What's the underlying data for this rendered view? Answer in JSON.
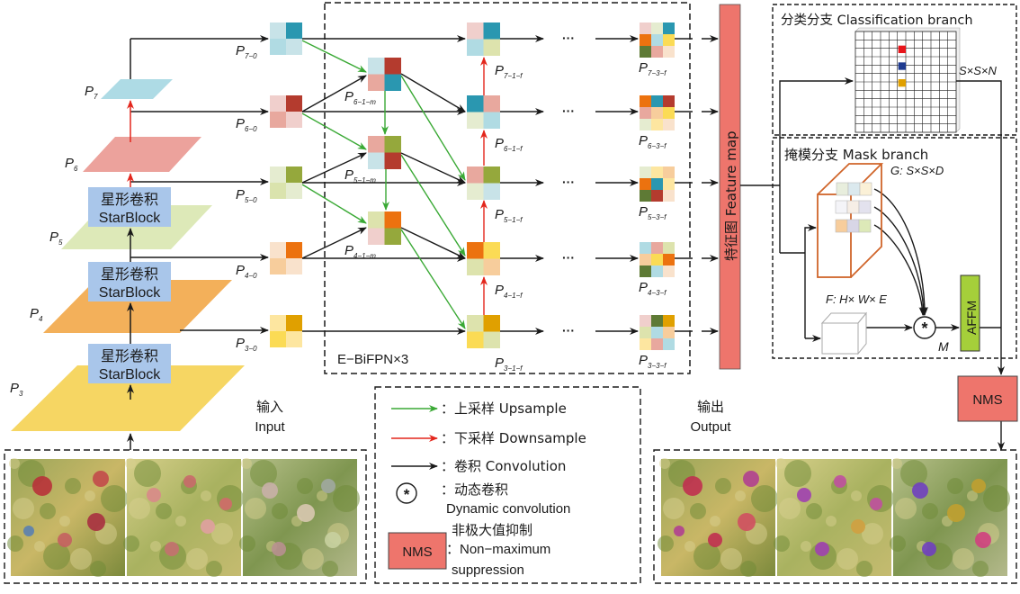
{
  "pyramid": {
    "levels": [
      {
        "label": "P",
        "sub": "7",
        "color": "#aedbe5"
      },
      {
        "label": "P",
        "sub": "6",
        "color": "#eca29c"
      },
      {
        "label": "P",
        "sub": "5",
        "color": "#dde9b8"
      },
      {
        "label": "P",
        "sub": "4",
        "color": "#f3b05a"
      },
      {
        "label": "P",
        "sub": "3",
        "color": "#f6d663"
      }
    ],
    "starblock": {
      "cn": "星形卷积",
      "en": "StarBlock",
      "color": "#a9c6ea"
    }
  },
  "inputs": [
    {
      "label": "P",
      "sub": "7−0",
      "colors": [
        "#c8e3e8",
        "#2a97b0",
        "#b0dbe3",
        "#c8e3e8"
      ]
    },
    {
      "label": "P",
      "sub": "6−0",
      "colors": [
        "#f0cfcc",
        "#b43b2e",
        "#e8a89e",
        "#f0cfcc"
      ]
    },
    {
      "label": "P",
      "sub": "5−0",
      "colors": [
        "#e5ecd0",
        "#95a83c",
        "#dae3ad",
        "#e5ecd0"
      ]
    },
    {
      "label": "P",
      "sub": "4−0",
      "colors": [
        "#f9e2cc",
        "#ec720f",
        "#f7cd9c",
        "#f9e2cc"
      ]
    },
    {
      "label": "P",
      "sub": "3−0",
      "colors": [
        "#fde6a0",
        "#e0a000",
        "#fbdb55",
        "#fde6a0"
      ]
    }
  ],
  "middle": [
    {
      "label": "P",
      "sub": "6−1−m",
      "colors": [
        "#c8e3e8",
        "#b43b2e",
        "#e8a89e",
        "#2a97b0"
      ]
    },
    {
      "label": "P",
      "sub": "5−1−m",
      "colors": [
        "#e8a89e",
        "#95a83c",
        "#c8e3e8",
        "#b43b2e"
      ]
    },
    {
      "label": "P",
      "sub": "4−1−m",
      "colors": [
        "#dde3ad",
        "#ec720f",
        "#f0cfcc",
        "#95a83c"
      ]
    }
  ],
  "fused": [
    {
      "label": "P",
      "sub": "7−1−f",
      "colors": [
        "#f0cfcc",
        "#2a97b0",
        "#b0dbe3",
        "#dde3ad"
      ]
    },
    {
      "label": "P",
      "sub": "6−1−f",
      "colors": [
        "#2a97b0",
        "#e8a89e",
        "#e5ecd0",
        "#b0dbe3"
      ]
    },
    {
      "label": "P",
      "sub": "5−1−f",
      "colors": [
        "#e8a89e",
        "#95a83c",
        "#e5ecd0",
        "#c8e3e8"
      ]
    },
    {
      "label": "P",
      "sub": "4−1−f",
      "colors": [
        "#ec720f",
        "#fbdb55",
        "#dde3ad",
        "#f7cd9c"
      ]
    },
    {
      "label": "P",
      "sub": "3−1−f",
      "colors": [
        "#dde3ad",
        "#e0a000",
        "#fbdb55",
        "#dde3ad"
      ]
    }
  ],
  "final": [
    {
      "label": "P",
      "sub": "7−3−f",
      "colors": [
        "#f0cfcc",
        "#e5ecd0",
        "#2a97b0",
        "#ec720f",
        "#b0dbe3",
        "#fbdb55",
        "#5e7a35",
        "#e8a89e",
        "#f9e2cc"
      ]
    },
    {
      "label": "P",
      "sub": "6−3−f",
      "colors": [
        "#ec720f",
        "#2a97b0",
        "#b43b2e",
        "#e8a89e",
        "#f7cd9c",
        "#fbdb55",
        "#e5ecd0",
        "#fde6a0",
        "#f9e2cc"
      ]
    },
    {
      "label": "P",
      "sub": "5−3−f",
      "colors": [
        "#e5ecd0",
        "#fde6a0",
        "#f7cd9c",
        "#ec720f",
        "#2a97b0",
        "#fde6a0",
        "#5e7a35",
        "#b43b2e",
        "#f9e2cc"
      ]
    },
    {
      "label": "P",
      "sub": "4−3−f",
      "colors": [
        "#b0dbe3",
        "#e8a89e",
        "#dde3ad",
        "#f7cd9c",
        "#fbdb55",
        "#ec720f",
        "#5e7a35",
        "#b0dbe3",
        "#f9e2cc"
      ]
    },
    {
      "label": "P",
      "sub": "3−3−f",
      "colors": [
        "#f0cfcc",
        "#5e7a35",
        "#e0a000",
        "#dde3ad",
        "#b0dbe3",
        "#f7cd9c",
        "#fde6a0",
        "#e8a89e",
        "#b0dbe3"
      ]
    }
  ],
  "ellipsis": "···",
  "bifpn_label": "E−BiFPN×3",
  "feature_map": {
    "label": "特征图 Feature map",
    "color": "#ee756c"
  },
  "classification": {
    "title": "分类分支 Classification branch",
    "dims": "S×S×N",
    "cell_colors": [
      "#e8151b",
      "#1f3b8f",
      "#e0a000"
    ]
  },
  "mask": {
    "title": "掩模分支 Mask branch",
    "g_label": "G: S×S×D",
    "f_label": "F: H× W× E",
    "m_label": "M",
    "affm": "AFFM",
    "affm_color": "#a5cf3a",
    "kernel_color": "#d0652a"
  },
  "nms": {
    "label": "NMS",
    "color": "#ee756c"
  },
  "input_caption": {
    "cn": "输入",
    "en": "Input"
  },
  "output_caption": {
    "cn": "输出",
    "en": "Output"
  },
  "legend": {
    "upsample": "：上采样 Upsample",
    "downsample": "：下采样 Downsample",
    "convolution": "：卷积 Convolution",
    "dynamic_cn": "：动态卷积",
    "dynamic_en": "Dynamic convolution",
    "nms_cn": "非极大值抑制",
    "nms_en1": "：Non−maximum",
    "nms_en2": "suppression",
    "nms_box": "NMS",
    "green": "#3aa935",
    "red": "#e3261c"
  }
}
